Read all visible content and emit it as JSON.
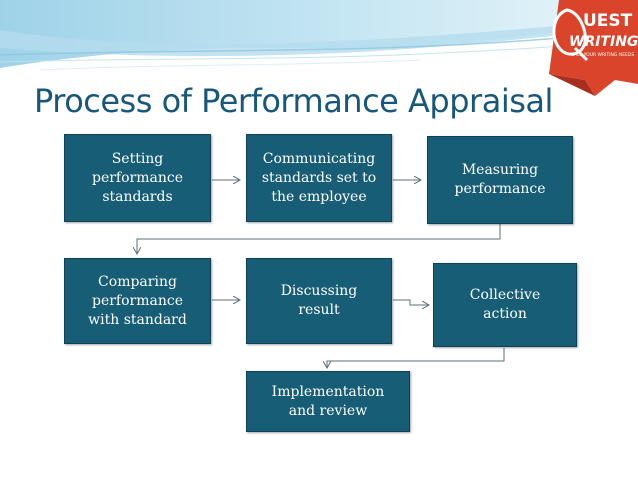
{
  "title": "Process of Performance Appraisal",
  "logo": {
    "line1": "UEST",
    "line2": "WRITING",
    "tagline": "CALL YOUR WRITING NEEDS"
  },
  "steps": [
    {
      "text": "Setting\nperformance\nstandards"
    },
    {
      "text": "Communicating\nstandards set to\nthe employee"
    },
    {
      "text": "Measuring\nperformance"
    },
    {
      "text": "Comparing\nperformance\nwith standard"
    },
    {
      "text": "Discussing\nresult"
    },
    {
      "text": "Collective\naction"
    },
    {
      "text": "Implementation\nand review"
    }
  ],
  "colors": {
    "box": "#175d76",
    "title": "#17587a",
    "logo": "#d9442a"
  }
}
